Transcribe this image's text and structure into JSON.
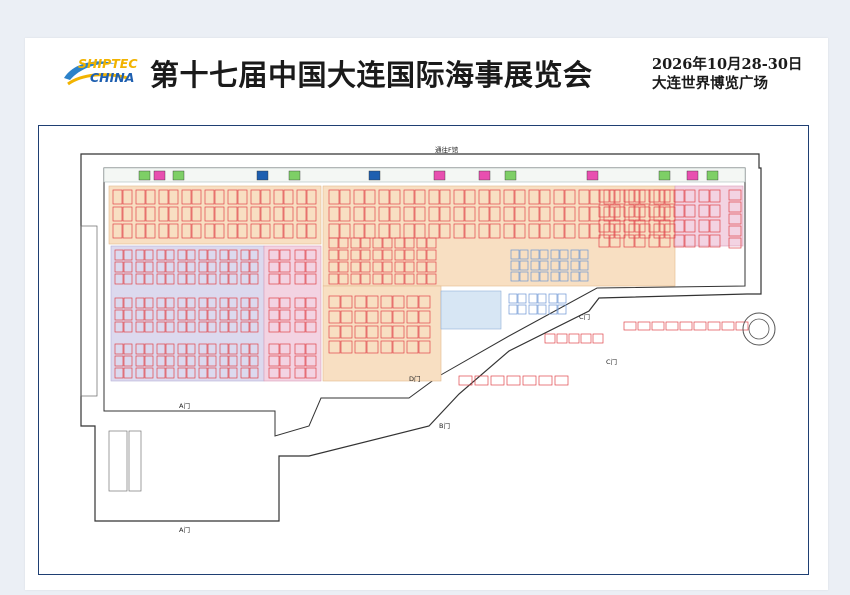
{
  "header": {
    "logo_text_top": "SHIPTEC",
    "logo_text_bottom": "CHINA",
    "title": "第十七届中国大连国际海事展览会",
    "date": "2026年10月28-30日",
    "venue": "大连世界博览广场"
  },
  "map": {
    "entrances": {
      "a_north": "A门",
      "a_south": "A门",
      "b_gate": "B门",
      "c_gate": "C门",
      "c_gate2": "C门",
      "d_gate": "D门",
      "passage": "通往F馆"
    },
    "colors": {
      "booth_red": "#e0454a",
      "zone_pink": "#f3d3e2",
      "zone_orange": "#f8dfc2",
      "zone_lavender": "#dcd9ee",
      "zone_blue": "#6d96d4",
      "zone_green": "#7ecf66",
      "frame_blue": "#1f3f73"
    }
  }
}
